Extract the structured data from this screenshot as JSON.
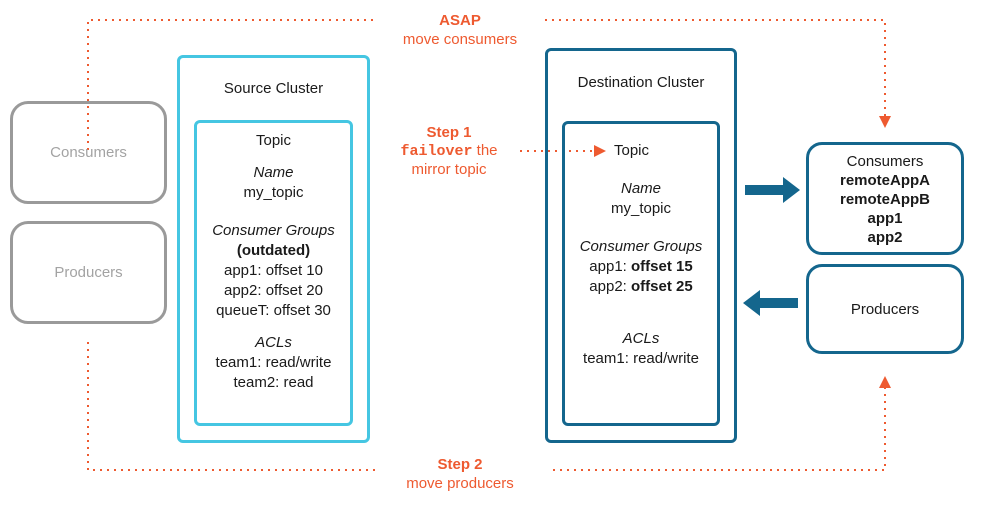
{
  "left_clients": {
    "consumers_label": "Consumers",
    "producers_label": "Producers"
  },
  "source_cluster": {
    "title": "Source Cluster",
    "topic_label": "Topic",
    "name_heading": "Name",
    "name_value": "my_topic",
    "groups_heading": "Consumer Groups",
    "groups_status": "(outdated)",
    "groups": [
      "app1: offset 10",
      "app2: offset 20",
      "queueT: offset 30"
    ],
    "acls_heading": "ACLs",
    "acls": [
      "team1: read/write",
      "team2: read"
    ]
  },
  "destination_cluster": {
    "title": "Destination Cluster",
    "topic_label": "Topic",
    "name_heading": "Name",
    "name_value": "my_topic",
    "groups_heading": "Consumer Groups",
    "groups": [
      {
        "name": "app1:",
        "offset": "offset 15"
      },
      {
        "name": "app2:",
        "offset": "offset 25"
      }
    ],
    "acls_heading": "ACLs",
    "acls": [
      "team1: read/write"
    ]
  },
  "right_clients": {
    "consumers_label": "Consumers",
    "consumers": [
      "remoteAppA",
      "remoteAppB",
      "app1",
      "app2"
    ],
    "producers_label": "Producers"
  },
  "annotations": {
    "asap_title": "ASAP",
    "asap_text": "move consumers",
    "step1_title": "Step 1",
    "step1_code": "failover",
    "step1_text_a": "the",
    "step1_text_b": "mirror topic",
    "step2_title": "Step 2",
    "step2_text": "move producers"
  },
  "colors": {
    "source_accent": "#45c6e2",
    "destination_accent": "#14668d",
    "annotation": "#ee5a30",
    "inactive_grey": "#9a9a9a"
  }
}
